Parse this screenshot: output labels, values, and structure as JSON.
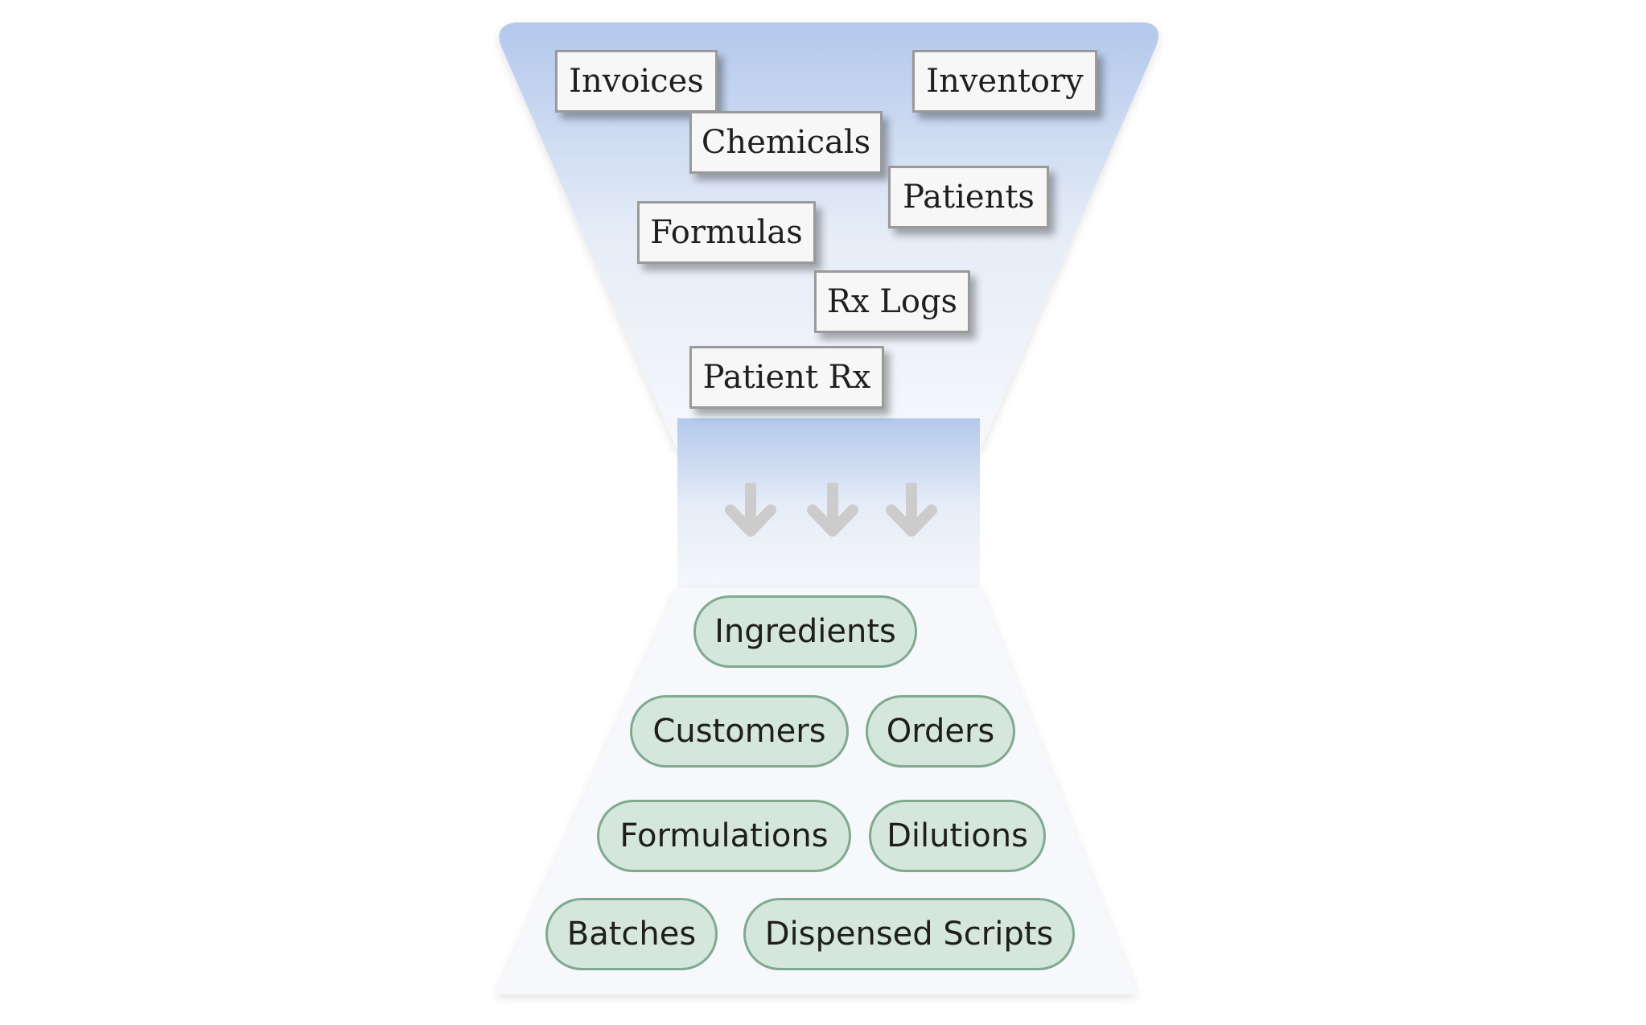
{
  "source_documents": [
    "Invoices",
    "Inventory",
    "Chemicals",
    "Patients",
    "Formulas",
    "Rx Logs",
    "Patient Rx"
  ],
  "structured_entities": [
    "Ingredients",
    "Customers",
    "Orders",
    "Formulations",
    "Dilutions",
    "Batches",
    "Dispensed Scripts"
  ],
  "colors": {
    "top_gradient": "#b3c8ec",
    "bottom_fill": "#f6f8fb",
    "pill_fill": "#d5e6dc",
    "pill_border": "#7faa90",
    "arrow": "#cccccc"
  },
  "icons": [
    "arrow-down-icon",
    "arrow-down-icon",
    "arrow-down-icon"
  ]
}
